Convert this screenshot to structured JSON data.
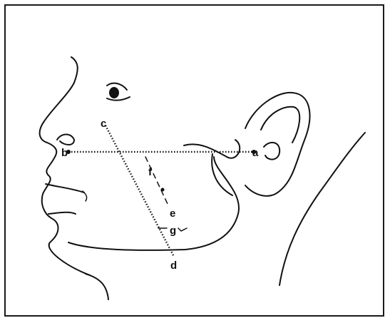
{
  "diagram": {
    "labels": {
      "a": "a",
      "b": "b",
      "c": "c",
      "d": "d",
      "e": "e",
      "f": "f",
      "g": "g"
    },
    "colors": {
      "line": "#111111",
      "background": "#ffffff"
    }
  }
}
